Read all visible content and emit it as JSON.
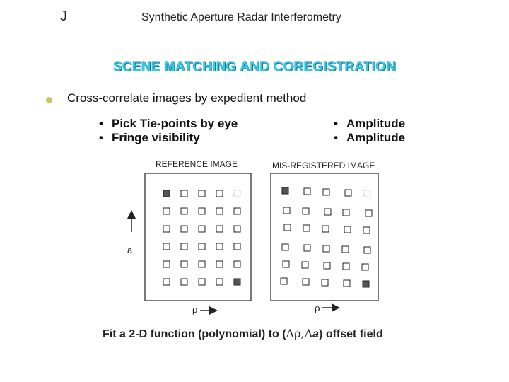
{
  "header": {
    "corner_letter": "J",
    "title": "Synthetic Aperture Radar Interferometry"
  },
  "heading": "SCENE MATCHING AND COREGISTRATION",
  "bullet": {
    "text": "Cross-correlate images by expedient method",
    "left_items": [
      "Pick Tie-points by eye",
      "Fringe visibility"
    ],
    "right_items": [
      "Amplitude",
      "Amplitude"
    ],
    "bullet_glyph": "•"
  },
  "figure": {
    "reference_label": "REFERENCE IMAGE",
    "misregistered_label": "MIS-REGISTERED IMAGE",
    "vertical_axis_label": "a",
    "horizontal_axis_label": "ρ",
    "grid_rows": 6,
    "grid_cols": 5,
    "highlight_cells": [
      [
        0,
        0
      ],
      [
        5,
        4
      ]
    ],
    "faint_cells": [
      [
        0,
        4
      ]
    ],
    "colors": {
      "highlight": "#555555",
      "outline": "#222222"
    }
  },
  "fit": {
    "prefix": "Fit a 2-D function (polynomial) to (",
    "delta_rho": "Δρ,",
    "delta_a_symbol": "Δ",
    "delta_a_var": "a",
    "suffix": ")  offset field"
  }
}
